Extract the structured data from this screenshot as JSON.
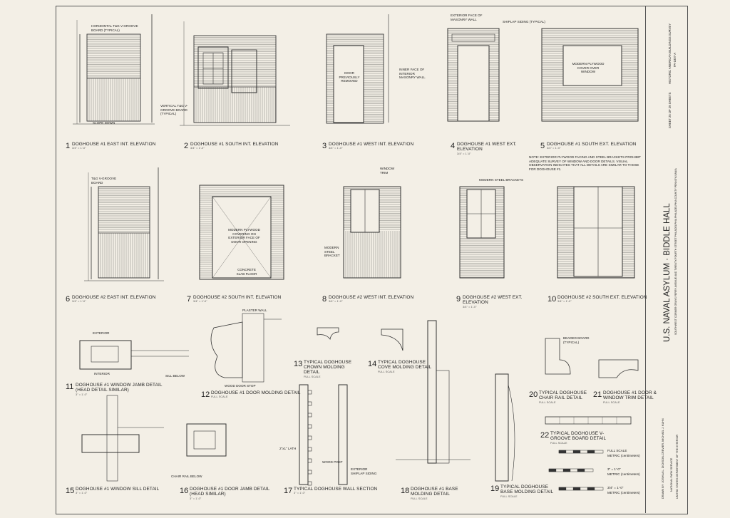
{
  "drawings": [
    {
      "n": "1",
      "title": "DOGHOUSE #1 EAST INT. ELEVATION",
      "scale": "3/4\" = 1'-0\""
    },
    {
      "n": "2",
      "title": "DOGHOUSE #1 SOUTH INT. ELEVATION",
      "scale": "3/4\" = 1'-0\""
    },
    {
      "n": "3",
      "title": "DOGHOUSE #1 WEST INT. ELEVATION",
      "scale": "3/4\" = 1'-0\""
    },
    {
      "n": "4",
      "title": "DOGHOUSE #1 WEST EXT. ELEVATION",
      "scale": "3/4\" = 1'-0\""
    },
    {
      "n": "5",
      "title": "DOGHOUSE #1 SOUTH EXT. ELEVATION",
      "scale": "3/4\" = 1'-0\""
    },
    {
      "n": "6",
      "title": "DOGHOUSE #2 EAST INT. ELEVATION",
      "scale": "3/4\" = 1'-0\""
    },
    {
      "n": "7",
      "title": "DOGHOUSE #2 SOUTH INT. ELEVATION",
      "scale": "3/4\" = 1'-0\""
    },
    {
      "n": "8",
      "title": "DOGHOUSE #2 WEST INT. ELEVATION",
      "scale": "3/4\" = 1'-0\""
    },
    {
      "n": "9",
      "title": "DOGHOUSE #2 WEST EXT. ELEVATION",
      "scale": "3/4\" = 1'-0\""
    },
    {
      "n": "10",
      "title": "DOGHOUSE #2 SOUTH EXT. ELEVATION",
      "scale": "3/4\" = 1'-0\""
    },
    {
      "n": "11",
      "title": "DOGHOUSE #1 WINDOW JAMB DETAIL (HEAD DETAIL SIMILAR)",
      "scale": "3\" = 1'-0\""
    },
    {
      "n": "12",
      "title": "DOGHOUSE #1 DOOR MOLDING DETAIL",
      "scale": "FULL SCALE"
    },
    {
      "n": "13",
      "title": "TYPICAL DOGHOUSE CROWN MOLDING DETAIL",
      "scale": "FULL SCALE"
    },
    {
      "n": "14",
      "title": "TYPICAL DOGHOUSE COVE MOLDING DETAIL",
      "scale": "FULL SCALE"
    },
    {
      "n": "15",
      "title": "DOGHOUSE #1 WINDOW SILL DETAIL",
      "scale": "3\" = 1'-0\""
    },
    {
      "n": "16",
      "title": "DOGHOUSE #1 DOOR JAMB DETAIL (HEAD SIMILAR)",
      "scale": "3\" = 1'-0\""
    },
    {
      "n": "17",
      "title": "TYPICAL DOGHOUSE WALL SECTION",
      "scale": "3\" = 1'-0\""
    },
    {
      "n": "18",
      "title": "DOGHOUSE #1 BASE MOLDING DETAIL",
      "scale": "FULL SCALE"
    },
    {
      "n": "19",
      "title": "TYPICAL DOGHOUSE BASE MOLDING DETAIL",
      "scale": "FULL SCALE"
    },
    {
      "n": "20",
      "title": "TYPICAL DOGHOUSE CHAIR RAIL DETAIL",
      "scale": "FULL SCALE"
    },
    {
      "n": "21",
      "title": "DOGHOUSE #1 DOOR & WINDOW TRIM DETAIL",
      "scale": "FULL SCALE"
    },
    {
      "n": "22",
      "title": "TYPICAL DOGHOUSE V-GROOVE BOARD DETAIL",
      "scale": "FULL SCALE"
    }
  ],
  "notes": {
    "horizontal_groove": "HORIZONTAL T&G V-GROOVE BOARD (TYPICAL)",
    "vertical_groove": "VERTICAL T&G V-GROOVE BOARD (TYPICAL)",
    "slope_down": "SLOPE DOWN",
    "door_removed": "DOOR PREVIOUSLY REMOVED",
    "inner_face": "INNER FACE OF INTERIOR MASONRY WALL",
    "ext_face": "EXTERIOR FACE OF MASONRY WALL",
    "shiplap": "SHIPLAP SIDING (TYPICAL)",
    "plywood_window": "MODERN PLYWOOD COVER OVER WINDOW",
    "tg_board": "T&G V-GROOVE BOARD",
    "plywood_door": "MODERN PLYWOOD COVERING ON EXTERIOR FACE OF DOOR OPENING",
    "concrete": "CONCRETE SLAB FLOOR",
    "steel_bracket": "MODERN STEEL BRACKET",
    "window_trim": "WINDOW TRIM",
    "modern_brackets": "MODERN STEEL BRACKETS",
    "note_ext": "NOTE: EXTERIOR PLYWOOD FACING AND STEEL BRACKETS PROHIBIT ADEQUATE SURVEY OF WINDOW AND DOOR DETAILS. VISUAL OBSERVATION INDICATES THAT ALL DETAILS ARE SIMILAR TO THOSE FOR DOGHOUSE #1.",
    "exterior": "EXTERIOR",
    "interior": "INTERIOR",
    "sill_below": "SILL BELOW",
    "plaster_wall": "PLASTER WALL",
    "wood_door_stop": "WOOD DOOR STOP",
    "chair_rail_below": "CHAIR RAIL BELOW",
    "lath": "2\"x1\" LATH",
    "wood_post": "WOOD POST",
    "shiplap_ext": "EXTERIOR SHIPLAP SIDING",
    "beaded_board": "BEADED BOARD (TYPICAL)"
  },
  "scale_bar": {
    "full": "FULL SCALE",
    "metric_cm": "METRIC (centimeters)",
    "s1": "3\" = 1'-0\"",
    "s2": "3/4\" = 1'-0\""
  },
  "title_block": {
    "title": "U.S. NAVAL ASYLUM  ·  BIDDLE HALL",
    "address": "SOUTHWEST CORNER GRAYS FERRY AVENUE AND TWENTY-FOURTH STREET   PHILADELPHIA   PHILADELPHIA COUNTY   PENNSYLVANIA",
    "survey": "HISTORIC AMERICAN BUILDINGS SURVEY",
    "survey_no": "PA-1807-A",
    "sheet": "SHEET 25 OF 29 SHEETS",
    "drawn_by": "DRAWN BY: JOSHUA L. DICKSON-CREVIER, MICHAEL J. KUHN",
    "agency": "NATIONAL PARK SERVICE",
    "department": "UNITED STATES DEPARTMENT OF THE INTERIOR"
  }
}
